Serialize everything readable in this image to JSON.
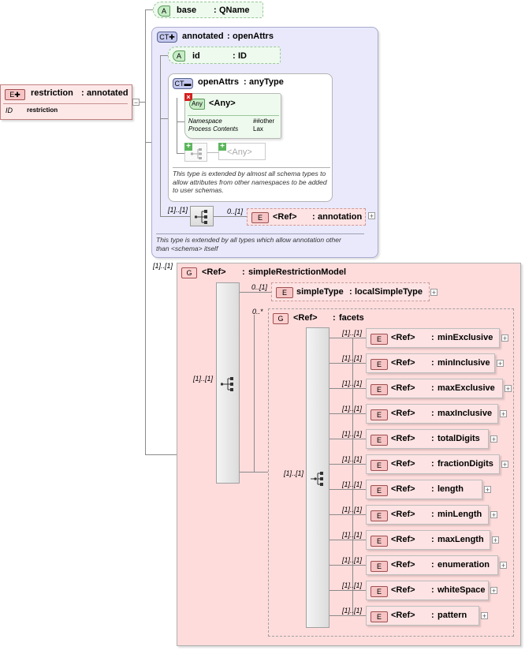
{
  "root": {
    "badge": "E",
    "name": "restriction",
    "type": "annotated",
    "id_label": "ID",
    "id_value": "restriction"
  },
  "base_attr": {
    "badge": "A",
    "name": "base",
    "type": "QName"
  },
  "annotated": {
    "badge": "CT",
    "name": "annotated",
    "type": "openAttrs",
    "id_attr": {
      "badge": "A",
      "name": "id",
      "type": "ID"
    },
    "openattrs": {
      "badge": "CT",
      "name": "openAttrs",
      "type": "anyType",
      "any": {
        "badge": "Any",
        "label": "<Any>",
        "ns_label": "Namespace",
        "ns_value": "##other",
        "pc_label": "Process Contents",
        "pc_value": "Lax"
      },
      "any2": "<Any>",
      "note": "This type is extended by almost all schema types to allow attributes from other namespaces to be added to user schemas."
    },
    "seq_card": "[1]..[1]",
    "ann_card": "0..[1]",
    "annotation": {
      "badge": "E",
      "ref": "<Ref>",
      "name": "annotation"
    },
    "note": "This type is extended by all types which allow annotation other than <schema> itself"
  },
  "model": {
    "card": "[1]..[1]",
    "badge": "G",
    "ref": "<Ref>",
    "name": "simpleRestrictionModel",
    "seq_card": "[1]..[1]",
    "simple_card": "0..[1]",
    "simpletype": {
      "badge": "E",
      "name": "simpleType",
      "type": "localSimpleType"
    },
    "facets_card": "0..*",
    "facets": {
      "badge": "G",
      "ref": "<Ref>",
      "name": "facets",
      "choice_card": "[1]..[1]",
      "items": [
        {
          "card": "[1]..[1]",
          "badge": "E",
          "ref": "<Ref>",
          "name": "minExclusive"
        },
        {
          "card": "[1]..[1]",
          "badge": "E",
          "ref": "<Ref>",
          "name": "minInclusive"
        },
        {
          "card": "[1]..[1]",
          "badge": "E",
          "ref": "<Ref>",
          "name": "maxExclusive"
        },
        {
          "card": "[1]..[1]",
          "badge": "E",
          "ref": "<Ref>",
          "name": "maxInclusive"
        },
        {
          "card": "[1]..[1]",
          "badge": "E",
          "ref": "<Ref>",
          "name": "totalDigits"
        },
        {
          "card": "[1]..[1]",
          "badge": "E",
          "ref": "<Ref>",
          "name": "fractionDigits"
        },
        {
          "card": "[1]..[1]",
          "badge": "E",
          "ref": "<Ref>",
          "name": "length"
        },
        {
          "card": "[1]..[1]",
          "badge": "E",
          "ref": "<Ref>",
          "name": "minLength"
        },
        {
          "card": "[1]..[1]",
          "badge": "E",
          "ref": "<Ref>",
          "name": "maxLength"
        },
        {
          "card": "[1]..[1]",
          "badge": "E",
          "ref": "<Ref>",
          "name": "enumeration"
        },
        {
          "card": "[1]..[1]",
          "badge": "E",
          "ref": "<Ref>",
          "name": "whiteSpace"
        },
        {
          "card": "[1]..[1]",
          "badge": "E",
          "ref": "<Ref>",
          "name": "pattern"
        }
      ]
    }
  },
  "colors": {
    "element_fill": "#fde3e3",
    "attribute_fill": "#e6f7e6",
    "complex_type_fill": "#e9e9fb",
    "group_fill": "#ffdcdc"
  }
}
